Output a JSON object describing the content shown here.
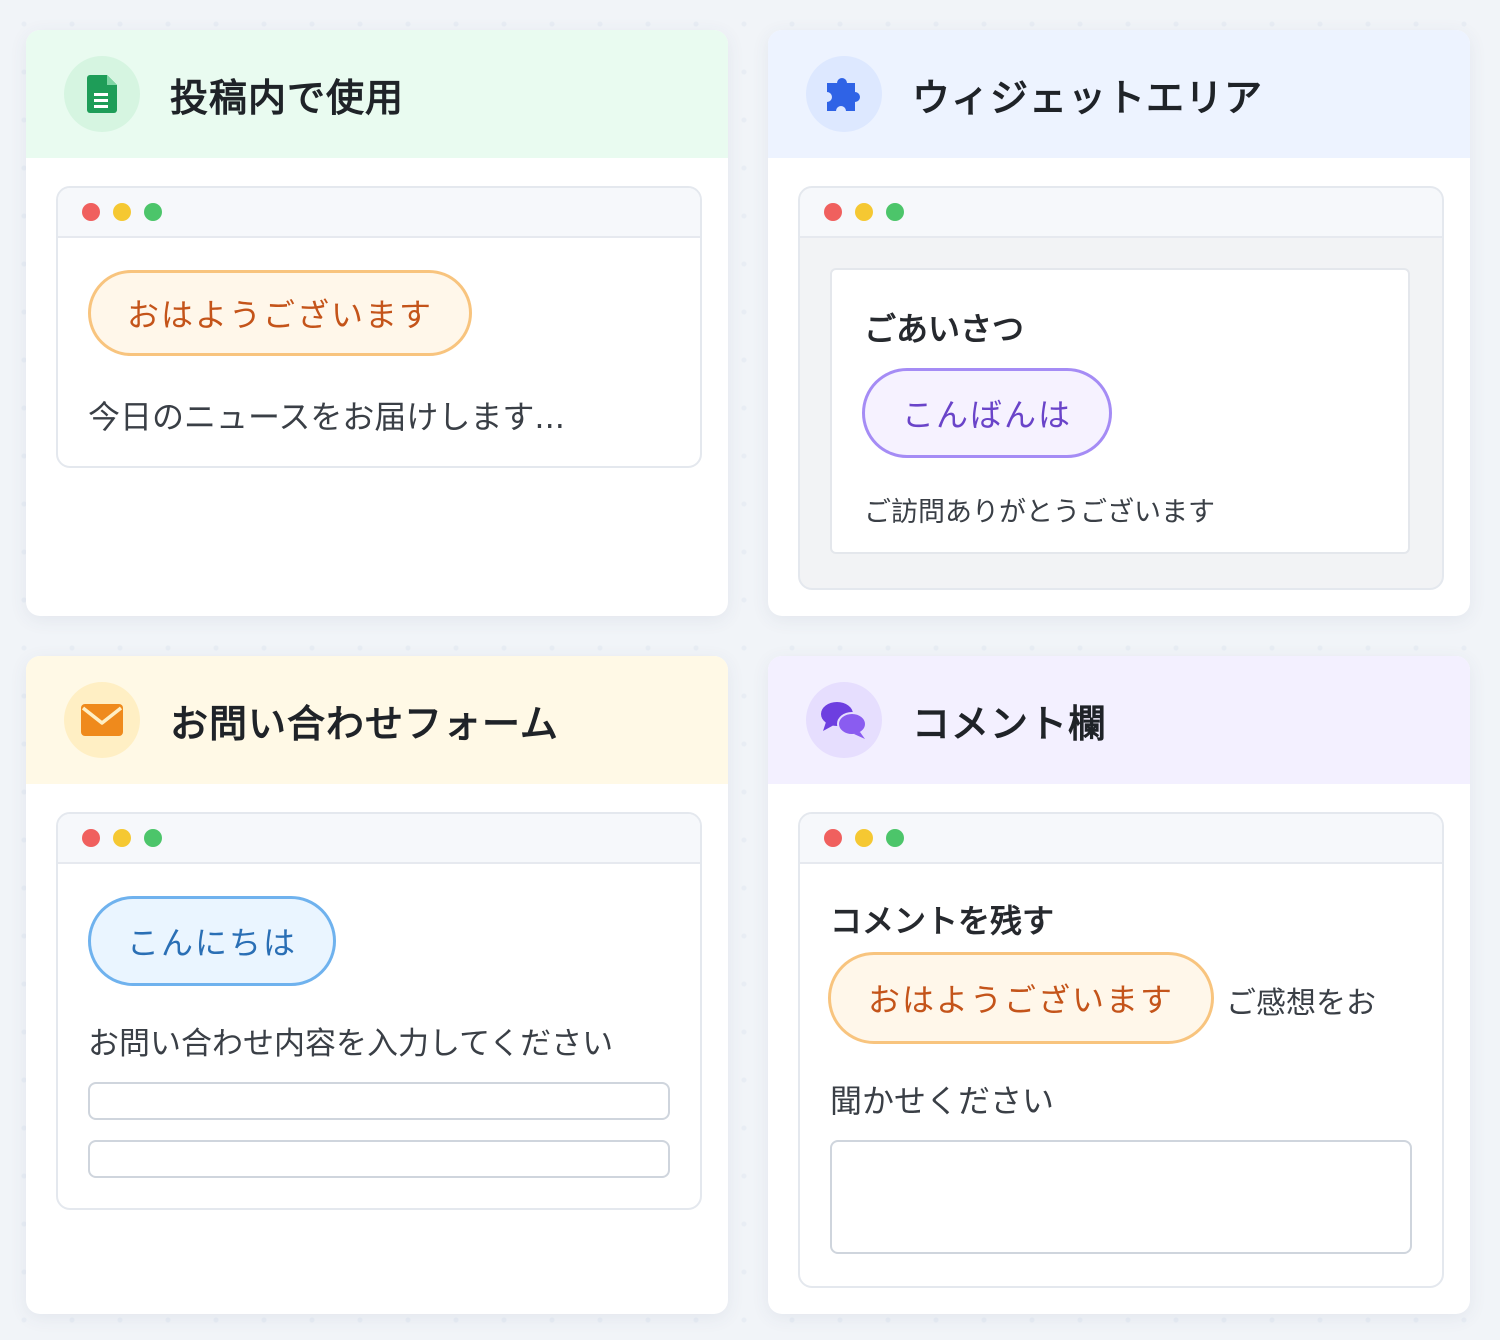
{
  "colors": {
    "dot_red": "#f0605e",
    "dot_yellow": "#f5c832",
    "dot_green": "#4cc56a"
  },
  "cards": {
    "post": {
      "title": "投稿内で使用",
      "icon": "document-icon",
      "header_color": "#e9fbf0",
      "pill": "おはようございます",
      "body_text": "今日のニュースをお届けします..."
    },
    "widget": {
      "title": "ウィジェットエリア",
      "icon": "puzzle-icon",
      "header_color": "#edf3ff",
      "widget_title": "ごあいさつ",
      "pill": "こんばんは",
      "body_text": "ご訪問ありがとうございます"
    },
    "contact": {
      "title": "お問い合わせフォーム",
      "icon": "envelope-icon",
      "header_color": "#fff9e6",
      "pill": "こんにちは",
      "body_text": "お問い合わせ内容を入力してください"
    },
    "comment": {
      "title": "コメント欄",
      "icon": "chat-bubbles-icon",
      "header_color": "#f3f0ff",
      "heading": "コメントを残す",
      "pill": "おはようございます",
      "body_text_1": "ご感想をお",
      "body_text_2": "聞かせください"
    }
  }
}
